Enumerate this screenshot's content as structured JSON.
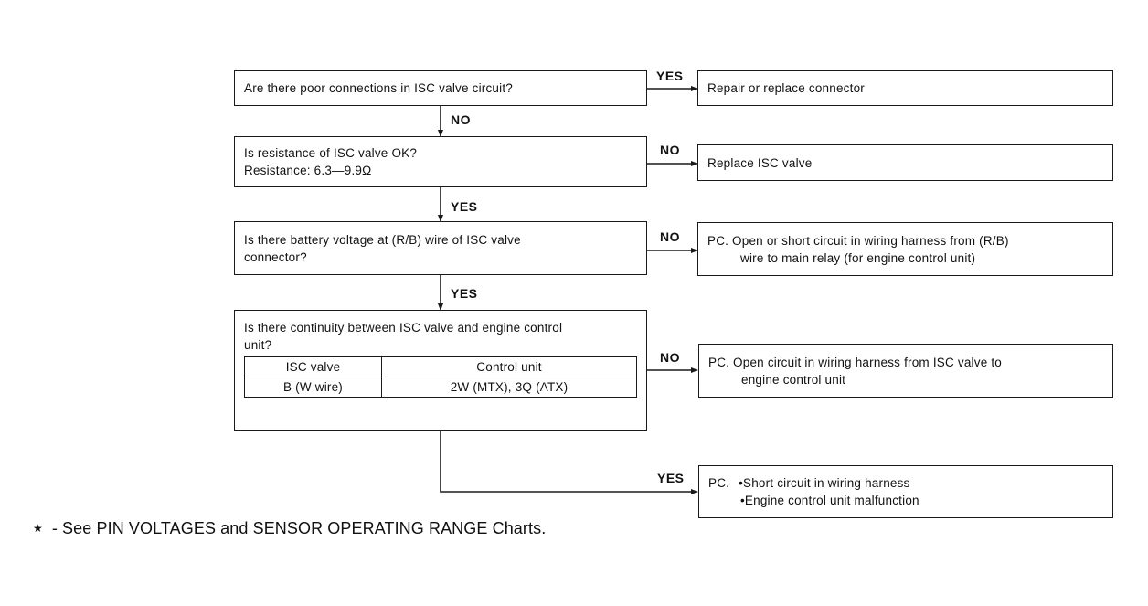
{
  "steps": [
    {
      "question": [
        "Are there poor connections in ISC valve circuit?"
      ],
      "side_label": "YES",
      "side_action": [
        "Repair or replace connector"
      ],
      "down_label": "NO"
    },
    {
      "question": [
        "Is resistance of ISC valve OK?",
        "Resistance: 6.3—9.9Ω"
      ],
      "side_label": "NO",
      "side_action": [
        "Replace ISC valve"
      ],
      "down_label": "YES"
    },
    {
      "question": [
        "Is there battery voltage at (R/B) wire of ISC valve",
        "connector?"
      ],
      "side_label": "NO",
      "side_action": [
        "PC. Open or short circuit in wiring harness from (R/B)",
        "wire to main relay (for engine control unit)"
      ],
      "down_label": "YES"
    },
    {
      "question": [
        "Is there continuity between ISC valve and engine control",
        "unit?"
      ],
      "table": {
        "headers": [
          "ISC valve",
          "Control unit"
        ],
        "rows": [
          [
            "B (W wire)",
            "2W (MTX), 3Q (ATX)"
          ]
        ]
      },
      "side_label": "NO",
      "side_action": [
        "PC. Open circuit in wiring harness from ISC valve to",
        "engine control unit"
      ],
      "down_label": "YES"
    }
  ],
  "final_action": {
    "prefix": "PC.",
    "items": [
      "•Short circuit in wiring harness",
      "•Engine control unit malfunction"
    ]
  },
  "footnote": {
    "symbol": "★",
    "text": "- See PIN VOLTAGES and SENSOR OPERATING RANGE Charts."
  }
}
